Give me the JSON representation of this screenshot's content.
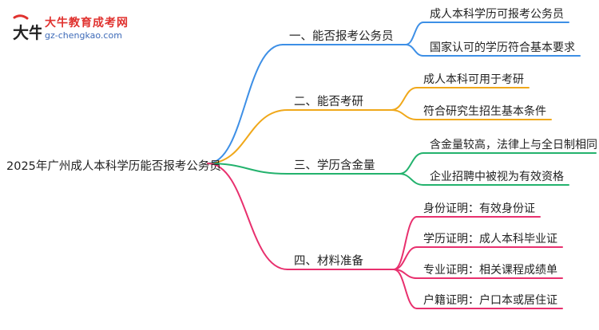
{
  "logo": {
    "title": "大牛教育成考网",
    "url": "gz-chengkao.com",
    "mark_text": "大牛",
    "colors": {
      "title": "#e0312e",
      "url": "#3d6ab8",
      "mark": "#222222"
    }
  },
  "root": {
    "label": "2025年广州成人本科学历能否报考公务员"
  },
  "branches": [
    {
      "label": "一、能否报考公务员",
      "color": "#3d8fe6",
      "children": [
        "成人本科学历可报考公务员",
        "国家认可的学历符合基本要求"
      ]
    },
    {
      "label": "二、能否考研",
      "color": "#f0a81a",
      "children": [
        "成人本科可用于考研",
        "符合研究生招生基本条件"
      ]
    },
    {
      "label": "三、学历含金量",
      "color": "#23b26d",
      "children": [
        "含金量较高，法律上与全日制相同",
        "企业招聘中被视为有效资格"
      ]
    },
    {
      "label": "四、材料准备",
      "color": "#e8306e",
      "children": [
        "身份证明：有效身份证",
        "学历证明：成人本科毕业证",
        "专业证明：相关课程成绩单",
        "户籍证明：户口本或居住证"
      ]
    }
  ]
}
